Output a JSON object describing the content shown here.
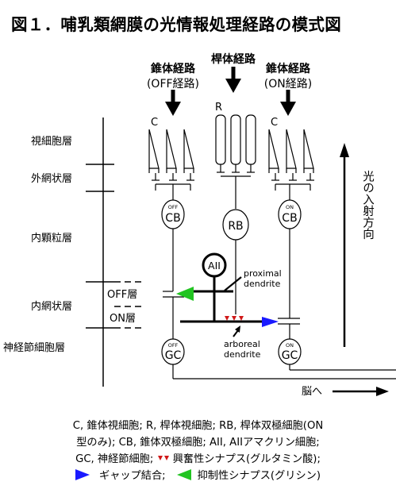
{
  "title": "図１．哺乳類網膜の光情報処理経路の模式図",
  "pathways": {
    "cone_off_line1": "錐体経路",
    "cone_off_line2": "(OFF経路)",
    "rod": "桿体経路",
    "cone_on_line1": "錐体経路",
    "cone_on_line2": "(ON経路)"
  },
  "cell_letters": {
    "cone_left": "C",
    "rod": "R",
    "cone_right": "C"
  },
  "layers": {
    "photoreceptor": "視細胞層",
    "outer_plexiform": "外網状層",
    "inner_nuclear": "内顆粒層",
    "inner_plexiform": "内網状層",
    "off_sublayer": "OFF層",
    "on_sublayer": "ON層",
    "ganglion": "神経節細胞層"
  },
  "cells": {
    "off_cb_top": "OFF",
    "off_cb_main": "CB",
    "rb": "RB",
    "on_cb_top": "ON",
    "on_cb_main": "CB",
    "aii": "AII",
    "off_gc_top": "OFF",
    "off_gc_main": "GC",
    "on_gc_top": "ON",
    "on_gc_main": "GC"
  },
  "annotations": {
    "proximal_line1": "proximal",
    "proximal_line2": "dendrite",
    "arboreal_line1": "arboreal",
    "arboreal_line2": "dendrite"
  },
  "light_direction": "光の入射方向",
  "to_brain": "脳へ",
  "legend": {
    "line1": "C, 錐体視細胞; R, 桿体視細胞; RB, 桿体双極細胞(ON",
    "line2": "型のみ); CB, 錐体双極細胞; AII, AIIアマクリン細胞;",
    "line3": "GC, 神経節細胞;",
    "line3b": "興奮性シナプス(グルタミン酸);",
    "line4a": "ギャップ結合;",
    "line4b": "抑制性シナプス(グリシン)"
  },
  "colors": {
    "gap_junction": "#1a1aff",
    "inhibitory": "#22c422",
    "excitatory": "#d01818"
  }
}
